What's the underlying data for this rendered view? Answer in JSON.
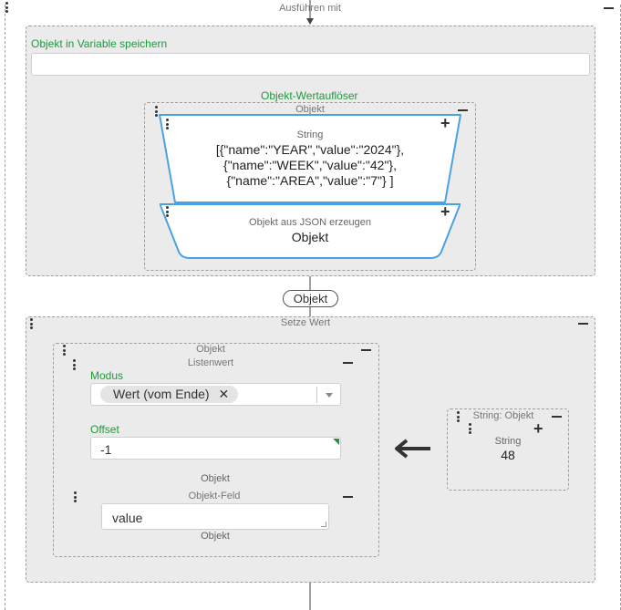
{
  "exec": {
    "title": "Ausführen mit"
  },
  "store": {
    "label": "Objekt in Variable speichern",
    "value": ""
  },
  "resolver": {
    "title": "Objekt-Wertauflöser",
    "slot_label": "Objekt",
    "string_block": {
      "type_label": "String",
      "lines": [
        "[{\"name\":\"YEAR\",\"value\":\"2024\"},",
        "{\"name\":\"WEEK\",\"value\":\"42\"},",
        "{\"name\":\"AREA\",\"value\":\"7\"} ]"
      ]
    },
    "json_block": {
      "type_label": "Objekt aus JSON erzeugen",
      "value": "Objekt"
    }
  },
  "connector": {
    "label": "Objekt"
  },
  "set_value": {
    "title": "Setze Wert",
    "object_slot": "Objekt",
    "list_value": {
      "title": "Listenwert",
      "mode_label": "Modus",
      "mode_chip": "Wert (vom Ende)",
      "offset_label": "Offset",
      "offset_value": "-1",
      "bottom_label": "Objekt"
    },
    "field_block": {
      "title": "Objekt-Feld",
      "value": "value",
      "bottom_label": "Objekt"
    },
    "string_slot": {
      "title": "String: Objekt",
      "type_label": "String",
      "value": "48"
    }
  },
  "colors": {
    "accent_blue": "#4aa3df",
    "green": "#1b9c3c",
    "panel_gray": "#ebebeb"
  },
  "icons": [
    "drag-handle-icon",
    "collapse-icon",
    "add-icon",
    "remove-chip-icon",
    "dropdown-arrow-icon",
    "arrow-left-icon"
  ]
}
